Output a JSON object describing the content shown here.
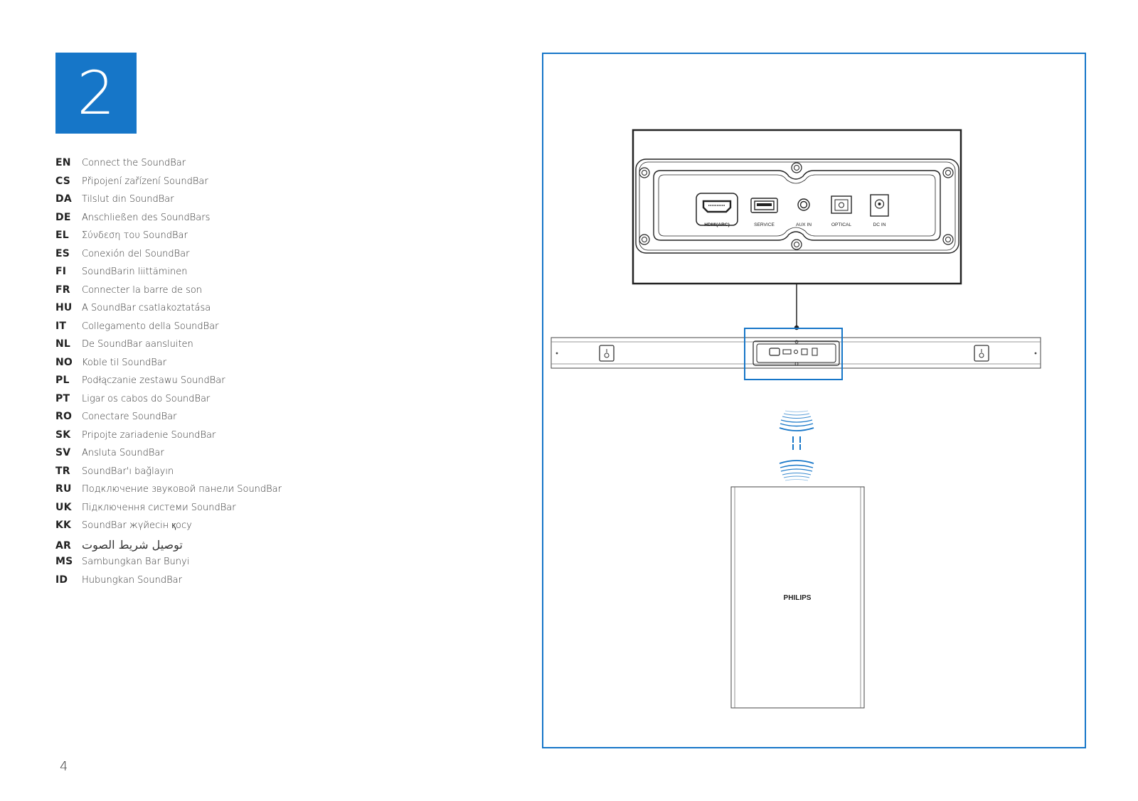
{
  "step": {
    "number": "2"
  },
  "languages": [
    {
      "code": "EN",
      "text": "Connect the SoundBar"
    },
    {
      "code": "CS",
      "text": "Připojení zařízení SoundBar"
    },
    {
      "code": "DA",
      "text": "Tilslut din SoundBar"
    },
    {
      "code": "DE",
      "text": "Anschließen des SoundBars"
    },
    {
      "code": "EL",
      "text": "Σύνδεση του SoundBar"
    },
    {
      "code": "ES",
      "text": "Conexión del SoundBar"
    },
    {
      "code": "FI",
      "text": "SoundBarin liittäminen"
    },
    {
      "code": "FR",
      "text": "Connecter la barre de son"
    },
    {
      "code": "HU",
      "text": "A SoundBar csatlakoztatása"
    },
    {
      "code": "IT",
      "text": "Collegamento della SoundBar"
    },
    {
      "code": "NL",
      "text": "De SoundBar aansluiten"
    },
    {
      "code": "NO",
      "text": "Koble til SoundBar"
    },
    {
      "code": "PL",
      "text": "Podłączanie zestawu SoundBar"
    },
    {
      "code": "PT",
      "text": "Ligar os cabos do SoundBar"
    },
    {
      "code": "RO",
      "text": "Conectare SoundBar"
    },
    {
      "code": "SK",
      "text": "Pripojte zariadenie SoundBar"
    },
    {
      "code": "SV",
      "text": "Ansluta SoundBar"
    },
    {
      "code": "TR",
      "text": "SoundBar'ı bağlayın"
    },
    {
      "code": "RU",
      "text": "Подключение звуковой панели SoundBar"
    },
    {
      "code": "UK",
      "text": "Підключення системи SoundBar"
    },
    {
      "code": "KK",
      "text": "SoundBar жүйесін қосу"
    },
    {
      "code": "AR",
      "text": "توصيل شريط الصوت"
    },
    {
      "code": "MS",
      "text": "Sambungkan Bar Bunyi"
    },
    {
      "code": "ID",
      "text": "Hubungkan SoundBar"
    }
  ],
  "page": {
    "number": "4"
  },
  "diagram": {
    "ports": {
      "hdmi": "HDMI(ARC)",
      "service": "SERVICE",
      "aux": "AUX IN",
      "optical": "OPTICAL",
      "dc": "DC IN"
    },
    "subwoofer_brand": "PHILIPS",
    "colors": {
      "accent": "#1676c8",
      "line": "#222222"
    }
  }
}
